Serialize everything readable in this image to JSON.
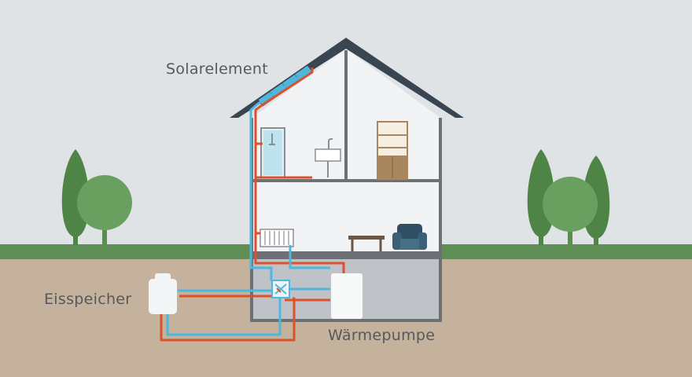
{
  "labels": {
    "solar": "Solarelement",
    "ice_storage": "Eisspeicher",
    "heat_pump": "Wärmepumpe"
  },
  "colors": {
    "sky": "#dfe3e6",
    "ground": "#c4b29c",
    "grass": "#5e8f57",
    "roof": "#3a4552",
    "wall": "#f2f3f4",
    "frame": "#6d7175",
    "basement": "#bfc3c7",
    "pipe_hot": "#d9522b",
    "pipe_cold": "#4fb6dc",
    "tree_dark": "#4f8447",
    "tree_light": "#6aa05f",
    "trunk": "#5b8c52"
  }
}
